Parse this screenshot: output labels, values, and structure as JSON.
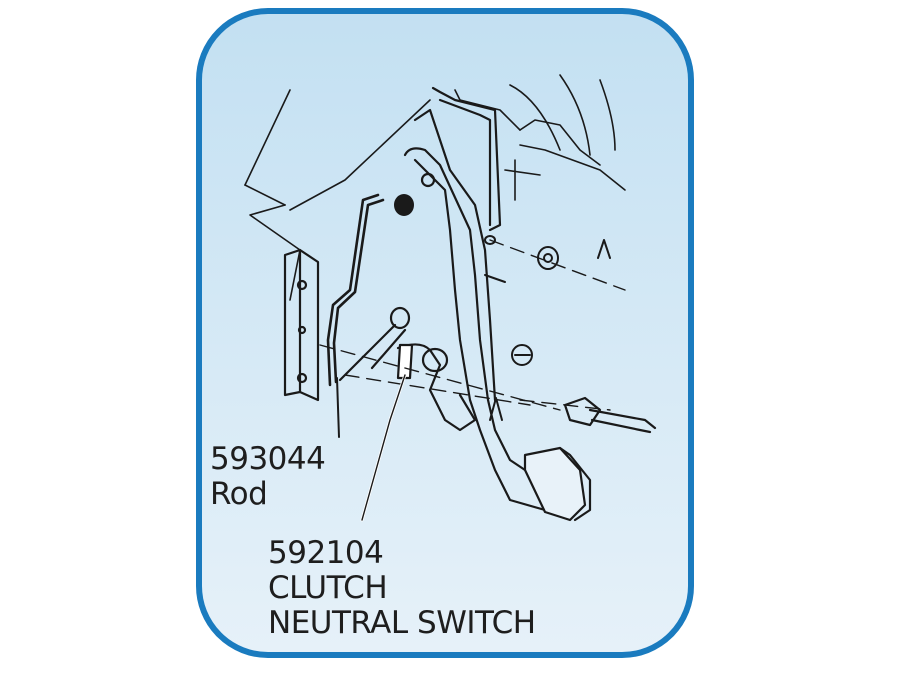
{
  "figure": {
    "subject": "Clutch pedal assembly illustration",
    "frame_color": "#1a7bbf",
    "background_color": "#c9e3f3",
    "callouts": [
      {
        "part_number": "593044",
        "name": "Rod"
      },
      {
        "part_number": "592104",
        "name_line1": "CLUTCH",
        "name_line2": "NEUTRAL SWITCH"
      }
    ]
  }
}
